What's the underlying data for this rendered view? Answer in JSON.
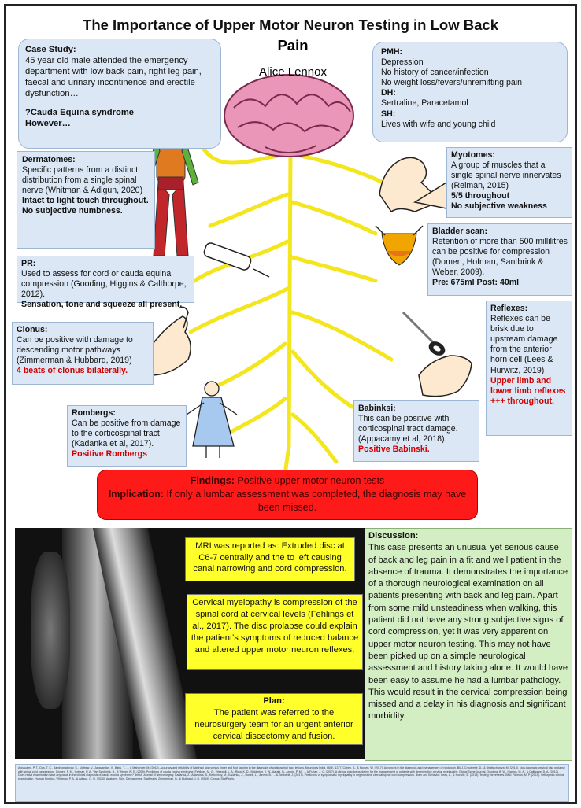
{
  "title_line1": "The Importance of Upper Motor Neuron Testing in Low Back",
  "title_line2": "Pain",
  "author": "Alice Lennox",
  "case_study": {
    "heading": "Case Study:",
    "text": "45 year old male attended the emergency department with low back pain, right leg pain, faecal and urinary incontinence and erectile dysfunction…",
    "q": "?Cauda Equina syndrome",
    "however": "However…"
  },
  "pmh": {
    "heading": "PMH:",
    "lines": [
      "Depression",
      "No history of cancer/infection",
      "No weight loss/fevers/unremitting pain"
    ],
    "dh_heading": "DH:",
    "dh": "Sertraline, Paracetamol",
    "sh_heading": "SH:",
    "sh": "Lives with wife and young child"
  },
  "dermatomes": {
    "heading": "Dermatomes:",
    "text": "Specific patterns from a distinct distribution from a single spinal nerve (Whitman & Adigun, 2020)",
    "finding1": "Intact to light touch throughout.",
    "finding2": "No subjective numbness."
  },
  "myotomes": {
    "heading": "Myotomes:",
    "text": "A group of muscles that a single spinal nerve innervates (Reiman, 2015)",
    "finding1": "5/5 throughout",
    "finding2": "No subjective weakness"
  },
  "pr": {
    "heading": "PR:",
    "text": "Used to assess for cord or cauda equina compression (Gooding, Higgins & Calthorpe, 2012).",
    "finding": "Sensation, tone and squeeze all present."
  },
  "bladder": {
    "heading": "Bladder scan:",
    "text": "Retention of more than 500 millilitres can be positive for compression (Domen, Hofman, Santbrink & Weber, 2009).",
    "finding": "Pre: 675ml Post: 40ml"
  },
  "clonus": {
    "heading": "Clonus:",
    "text": "Can be positive with damage to descending motor pathways (Zimmerman & Hubbard, 2019)",
    "finding": "4 beats of clonus bilaterally."
  },
  "reflexes": {
    "heading": "Reflexes:",
    "text": "Reflexes can be brisk due to upstream damage from the anterior horn cell (Lees & Hurwitz, 2019)",
    "finding": "Upper limb and lower limb reflexes +++ throughout."
  },
  "rombergs": {
    "heading": "Rombergs:",
    "text": "Can be positive from damage to the corticospinal tract (Kadanka et al, 2017).",
    "finding": "Positive Rombergs"
  },
  "babinski": {
    "heading": "Babinksi:",
    "text": "This can be positive with corticospinal tract damage. (Appacamy et al, 2018).",
    "finding": "Positive Babinski."
  },
  "findings": {
    "label1": "Findings:",
    "text1": " Positive upper motor neuron tests",
    "label2": "Implication:",
    "text2": " If only a lumbar assessment was completed, the diagnosis may have been missed."
  },
  "mri": "MRI was reported as:  Extruded disc at C6-7 centrally and the to left causing canal narrowing and cord compression.",
  "myelopathy": "Cervical myelopathy is compression of the spinal cord at cervical levels (Fehlings et al., 2017). The disc prolapse could explain the patient's symptoms of reduced balance and altered upper motor neuron reflexes.",
  "plan": {
    "heading": "Plan:",
    "text": "The patient was referred to the neurosurgery team for an urgent anterior cervical discectomy and fusion."
  },
  "discussion": {
    "heading": "Discussion:",
    "text": "This case presents an unusual yet serious cause of back and leg pain in a fit and well patient in the absence of trauma. It demonstrates the importance of a thorough neurological examination on all patients presenting with back and leg pain. Apart from some mild unsteadiness when walking, this patient did not have any strong subjective signs of cord compression, yet it was very apparent on upper motor neuron testing. This may not have been picked up on a simple neurological assessment and history taking alone. It would have been easy to assume he had a lumbar pathology. This would result in the cervical compression being missed and a delay in his diagnosis and significant morbidity."
  },
  "references": "Appacamy, P. T., Das, T. K., Bandyopadhyay, S., Mathew, V., Jayavardan, V., Babu, T., ... & Mahender, M. (2018). Accuracy and reliability of Babinski sign versus finger and foot tapping in the diagnosis of corticospinal tract lesions. Neurology India, 66(5), 1377. Cohen, S., & Hooten, W. (2017). Advances in the diagnosis and management of neck pain. BMJ. Croutzette, D., & Bhattacharyya, M. (2018). Non-traumatic cervical disc prolapse with spinal cord compression. Domen, P. M., Hofman, P. A., Van Santbrink, H., & Weber, W. E. (2009). Predictors of cauda equina syndrome. Fehlings, M. G., Tetreault, L. A., Riew, K. D., Middleton, J. W., Aarabi, B., Arnold, P. M., ... & Furlan, J. C. (2017). A clinical practice guideline for the management of patients with degenerative cervical myelopathy. Global Spine Journal. Gooding, B. W., Higgins, M. A., & Calthorpe, D. A. (2012). Does rectal examination have any value in the clinical diagnosis of cauda equina syndrome? British Journal of Neurosurgery. Kadanka, Z., Adamova, B., Kerkovsky, M., Kadanka, Z., Dusek, L., Jurova, B., ... & Bednarik, J. (2017). Predictors of symptomatic myelopathy in degenerative cervical spinal cord compression. Brain and Behavior. Lees, A., & Hurwitz, B. (2019). Testing the reflexes. BMJ. Reiman, M. P. (2015). Orthopedic clinical examination. Human Kinetics. Whitman, P. A., & Adigun, O. O. (2020). Anatomy, Skin, Dermatomes. StatPearls. Zimmerman, B., & Hubbard, J. B. (2019). Clonus. StatPearls."
}
